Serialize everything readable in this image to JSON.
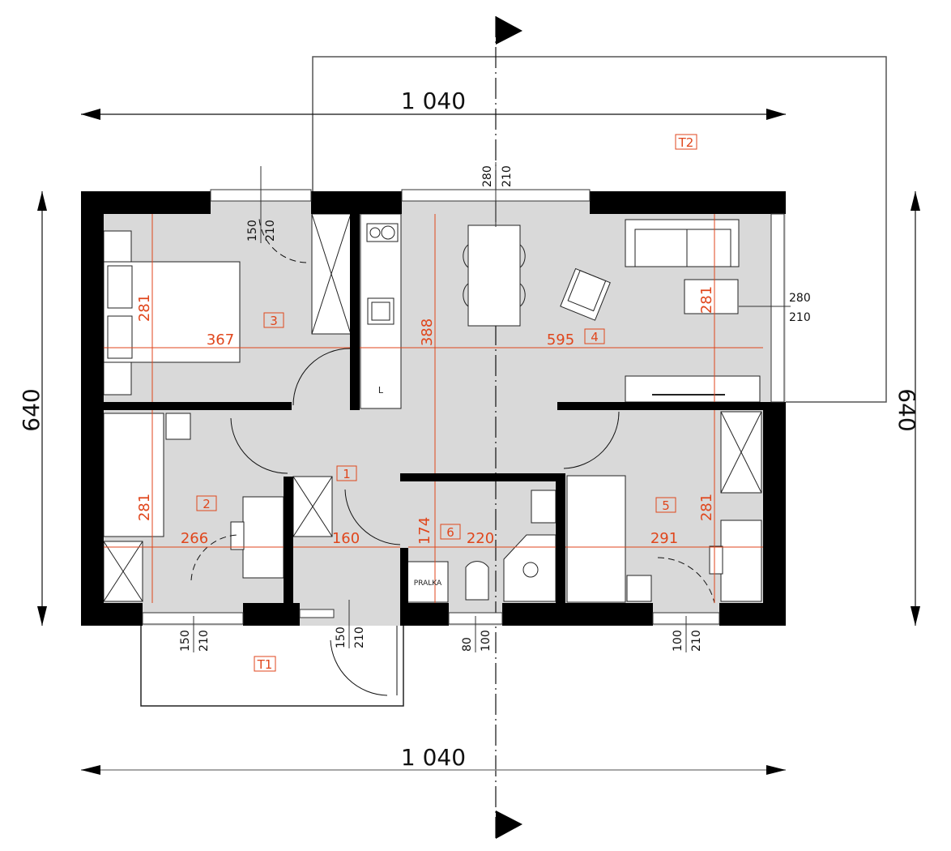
{
  "plan": {
    "overall_width_label": "1 040",
    "overall_depth_label": "640",
    "colors": {
      "wall": "#000000",
      "floor": "#d9d9d9",
      "dimension_red": "#e0461c",
      "line": "#111111"
    },
    "terraces": [
      {
        "id": "T1",
        "label": "T1"
      },
      {
        "id": "T2",
        "label": "T2"
      }
    ],
    "rooms": [
      {
        "number": "1",
        "name_tag": "1",
        "width": "160",
        "depth": "174"
      },
      {
        "number": "2",
        "name_tag": "2",
        "width": "266",
        "depth": "281"
      },
      {
        "number": "3",
        "name_tag": "3",
        "width": "367",
        "depth": "281"
      },
      {
        "number": "4",
        "name_tag": "4",
        "width": "595",
        "depth": "388",
        "depth2": "281"
      },
      {
        "number": "5",
        "name_tag": "5",
        "width": "291",
        "depth": "281"
      },
      {
        "number": "6",
        "name_tag": "6",
        "width": "220",
        "depth": "174"
      }
    ],
    "openings": {
      "room3_window": {
        "sill": "150",
        "head": "210"
      },
      "room4_window_top": {
        "sill": "280",
        "head": "210"
      },
      "room4_window_side": {
        "sill": "280",
        "head": "210"
      },
      "room2_door": {
        "sill": "150",
        "head": "210"
      },
      "entrance_door": {
        "sill": "150",
        "head": "210"
      },
      "bathroom_window": {
        "sill": "80",
        "head": "100"
      },
      "room5_door": {
        "sill": "100",
        "head": "210"
      }
    },
    "appliances": {
      "washing_machine": "PRALKA"
    },
    "kitchen_marker": "L"
  }
}
